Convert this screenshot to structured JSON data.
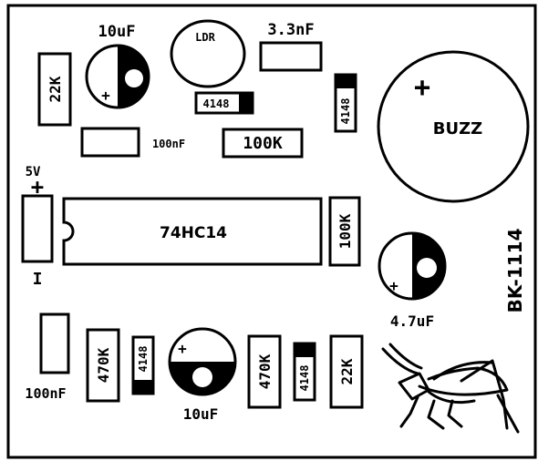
{
  "board": {
    "code": "BK-1114"
  },
  "components": {
    "c1": "10uF",
    "ldr": "LDR",
    "c_3n3": "3.3nF",
    "r1": "22K",
    "d1": "4148",
    "d2": "4148",
    "buzzer": "BUZZ",
    "buzzer_plus": "+",
    "c2": "100nF",
    "r2": "100K",
    "power_label": "5V",
    "power_plus": "+",
    "power_minus": "I",
    "ic": "74HC14",
    "r3": "100K",
    "c4": "4.7uF",
    "c5": "100nF",
    "r4": "470K",
    "d3": "4148",
    "c6": "10uF",
    "r5": "470K",
    "d4": "4148",
    "r6": "22K"
  },
  "palette": {
    "ink": "#000000",
    "paper": "#ffffff"
  }
}
